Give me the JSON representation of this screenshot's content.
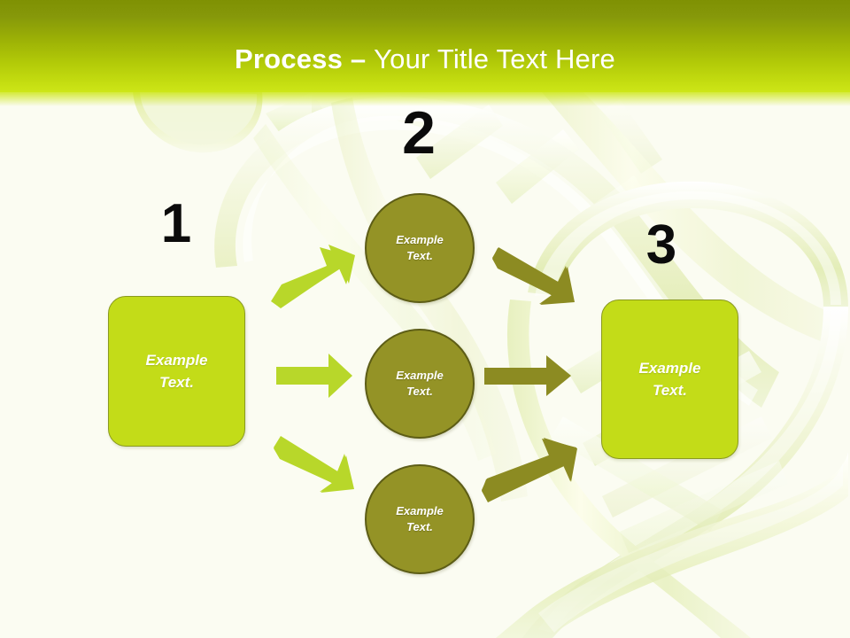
{
  "slide": {
    "background_color": "#fbfcf2",
    "watermark": "dna-double-helix"
  },
  "header": {
    "title_strong": "Process",
    "title_dash": " – ",
    "title_rest": "Your Title Text Here",
    "gradient_top": "#7f9103",
    "gradient_bottom": "#cde617",
    "text_color": "#ffffff"
  },
  "diagram": {
    "type": "process-flow",
    "steps": [
      {
        "number": "1",
        "shape": "rounded-rectangle",
        "label": "Example\nText.",
        "fill": "#c3dc18",
        "border": "#8a9a1f"
      },
      {
        "number": "2",
        "shape": "circle-group",
        "fill": "#949326",
        "border": "#5d5d16",
        "items": [
          {
            "label": "Example\nText."
          },
          {
            "label": "Example\nText."
          },
          {
            "label": "Example\nText."
          }
        ]
      },
      {
        "number": "3",
        "shape": "rounded-rectangle",
        "label": "Example\nText.",
        "fill": "#c3dc18",
        "border": "#8a9a1f"
      }
    ],
    "arrows": [
      {
        "name": "arrow-step1-to-circle1",
        "direction": "up-right",
        "color": "#b8d72a"
      },
      {
        "name": "arrow-step1-to-circle2",
        "direction": "right",
        "color": "#b8d72a"
      },
      {
        "name": "arrow-step1-to-circle3",
        "direction": "down-right",
        "color": "#b8d72a"
      },
      {
        "name": "arrow-circle1-to-step3",
        "direction": "down-right",
        "color": "#8c8b22"
      },
      {
        "name": "arrow-circle2-to-step3",
        "direction": "right",
        "color": "#8c8b22"
      },
      {
        "name": "arrow-circle3-to-step3",
        "direction": "up-right",
        "color": "#8c8b22"
      }
    ]
  }
}
